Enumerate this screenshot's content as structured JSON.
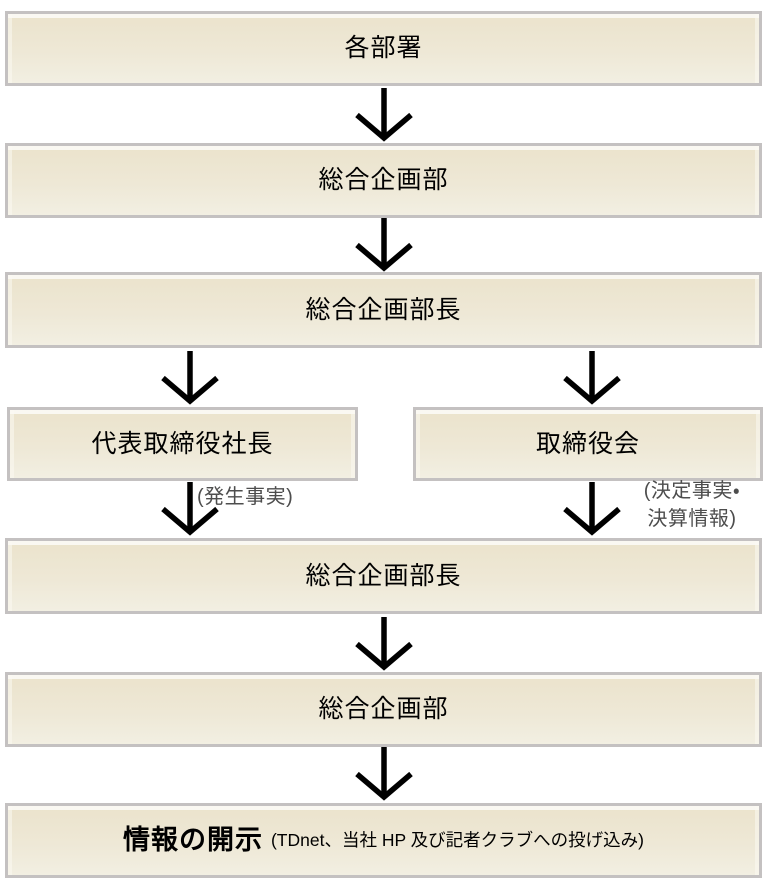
{
  "diagram": {
    "type": "flowchart",
    "colors": {
      "box_fill_top": "#ebe3cc",
      "box_fill_bottom": "#f2efe2",
      "box_border": "#c4c1c1",
      "box_inner_highlight": "#fbf9f3",
      "node_text": "#000000",
      "edge_label_text": "#4d4d4d",
      "arrow": "#000000",
      "background": "#ffffff"
    },
    "nodes": [
      {
        "id": "each-department",
        "label": "各部署"
      },
      {
        "id": "general-planning-dept-1",
        "label": "総合企画部"
      },
      {
        "id": "general-planning-dept-head-1",
        "label": "総合企画部長"
      },
      {
        "id": "representative-director-president",
        "label": "代表取締役社長"
      },
      {
        "id": "board-of-directors",
        "label": "取締役会"
      },
      {
        "id": "general-planning-dept-head-2",
        "label": "総合企画部長"
      },
      {
        "id": "general-planning-dept-2",
        "label": "総合企画部"
      },
      {
        "id": "information-disclosure",
        "label": "情報の開示",
        "note": "(TDnet、当社 HP 及び記者クラブへの投げ込み)"
      }
    ],
    "edge_labels": {
      "occurred_facts": "(発生事実)",
      "decided_facts": "(決定事実・\n決算情報)"
    }
  }
}
